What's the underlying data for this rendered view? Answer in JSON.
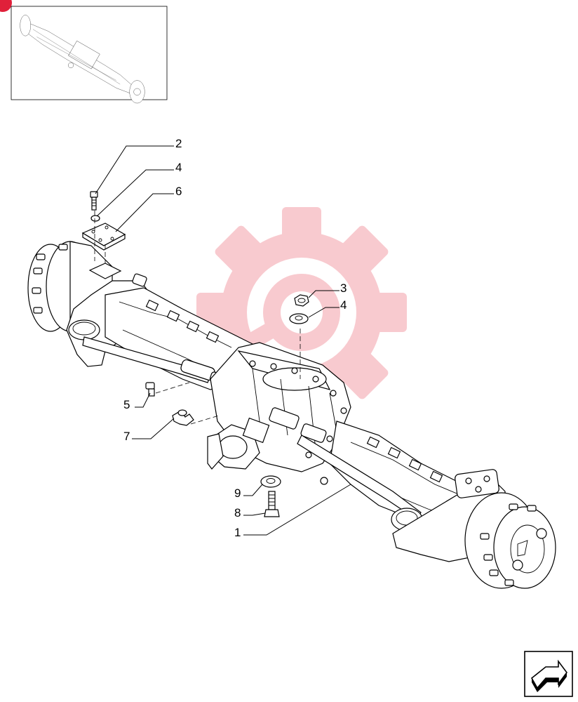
{
  "diagram": {
    "callouts": [
      {
        "id": "c2",
        "label": "2"
      },
      {
        "id": "c4a",
        "label": "4"
      },
      {
        "id": "c6",
        "label": "6"
      },
      {
        "id": "c3",
        "label": "3"
      },
      {
        "id": "c4b",
        "label": "4"
      },
      {
        "id": "c5",
        "label": "5"
      },
      {
        "id": "c7",
        "label": "7"
      },
      {
        "id": "c9",
        "label": "9"
      },
      {
        "id": "c8",
        "label": "8"
      },
      {
        "id": "c1",
        "label": "1"
      }
    ],
    "colors": {
      "line": "#000000",
      "watermark": "#f4a0a8",
      "corner_badge": "#e0203a",
      "background": "#ffffff"
    },
    "icons": [
      "thumbnail-overview-icon",
      "watermark-gear-logo-icon",
      "next-page-arrow-icon"
    ]
  }
}
